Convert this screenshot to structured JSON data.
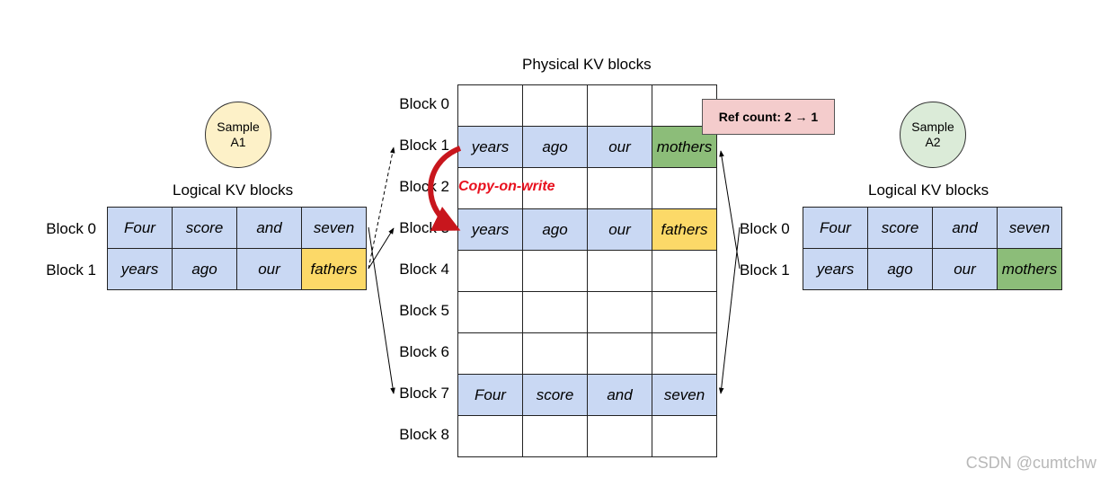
{
  "physical": {
    "title": "Physical KV blocks",
    "block_labels": [
      "Block 0",
      "Block 1",
      "Block 2",
      "Block 3",
      "Block 4",
      "Block 5",
      "Block 6",
      "Block 7",
      "Block 8"
    ],
    "rows": [
      [
        {
          "t": "",
          "c": "white"
        },
        {
          "t": "",
          "c": "white"
        },
        {
          "t": "",
          "c": "white"
        },
        {
          "t": "",
          "c": "white"
        }
      ],
      [
        {
          "t": "years",
          "c": "blue"
        },
        {
          "t": "ago",
          "c": "blue"
        },
        {
          "t": "our",
          "c": "blue"
        },
        {
          "t": "mothers",
          "c": "green"
        }
      ],
      [
        {
          "t": "",
          "c": "white"
        },
        {
          "t": "",
          "c": "white"
        },
        {
          "t": "",
          "c": "white"
        },
        {
          "t": "",
          "c": "white"
        }
      ],
      [
        {
          "t": "years",
          "c": "blue"
        },
        {
          "t": "ago",
          "c": "blue"
        },
        {
          "t": "our",
          "c": "blue"
        },
        {
          "t": "fathers",
          "c": "yellow"
        }
      ],
      [
        {
          "t": "",
          "c": "white"
        },
        {
          "t": "",
          "c": "white"
        },
        {
          "t": "",
          "c": "white"
        },
        {
          "t": "",
          "c": "white"
        }
      ],
      [
        {
          "t": "",
          "c": "white"
        },
        {
          "t": "",
          "c": "white"
        },
        {
          "t": "",
          "c": "white"
        },
        {
          "t": "",
          "c": "white"
        }
      ],
      [
        {
          "t": "",
          "c": "white"
        },
        {
          "t": "",
          "c": "white"
        },
        {
          "t": "",
          "c": "white"
        },
        {
          "t": "",
          "c": "white"
        }
      ],
      [
        {
          "t": "Four",
          "c": "blue"
        },
        {
          "t": "score",
          "c": "blue"
        },
        {
          "t": "and",
          "c": "blue"
        },
        {
          "t": "seven",
          "c": "blue"
        }
      ],
      [
        {
          "t": "",
          "c": "white"
        },
        {
          "t": "",
          "c": "white"
        },
        {
          "t": "",
          "c": "white"
        },
        {
          "t": "",
          "c": "white"
        }
      ]
    ]
  },
  "ref_count_label": "Ref count: 2 → 1",
  "copy_on_write_label": "Copy-on-write",
  "sample_a1": {
    "label": "Sample\nA1",
    "logical_title": "Logical KV blocks",
    "block_labels": [
      "Block 0",
      "Block 1"
    ],
    "rows": [
      [
        {
          "t": "Four",
          "c": "blue"
        },
        {
          "t": "score",
          "c": "blue"
        },
        {
          "t": "and",
          "c": "blue"
        },
        {
          "t": "seven",
          "c": "blue"
        }
      ],
      [
        {
          "t": "years",
          "c": "blue"
        },
        {
          "t": "ago",
          "c": "blue"
        },
        {
          "t": "our",
          "c": "blue"
        },
        {
          "t": "fathers",
          "c": "yellow"
        }
      ]
    ]
  },
  "sample_a2": {
    "label": "Sample\nA2",
    "logical_title": "Logical KV blocks",
    "block_labels": [
      "Block 0",
      "Block 1"
    ],
    "rows": [
      [
        {
          "t": "Four",
          "c": "blue"
        },
        {
          "t": "score",
          "c": "blue"
        },
        {
          "t": "and",
          "c": "blue"
        },
        {
          "t": "seven",
          "c": "blue"
        }
      ],
      [
        {
          "t": "years",
          "c": "blue"
        },
        {
          "t": "ago",
          "c": "blue"
        },
        {
          "t": "our",
          "c": "blue"
        },
        {
          "t": "mothers",
          "c": "green"
        }
      ]
    ]
  },
  "colors": {
    "blue": "#c9d8f3",
    "yellow": "#fcd968",
    "green": "#8cbd79",
    "arrow_red": "#c8161d",
    "cow_text": "#e8101e",
    "ref_bg": "#f4cccc"
  },
  "watermark": "CSDN @cumtchw"
}
